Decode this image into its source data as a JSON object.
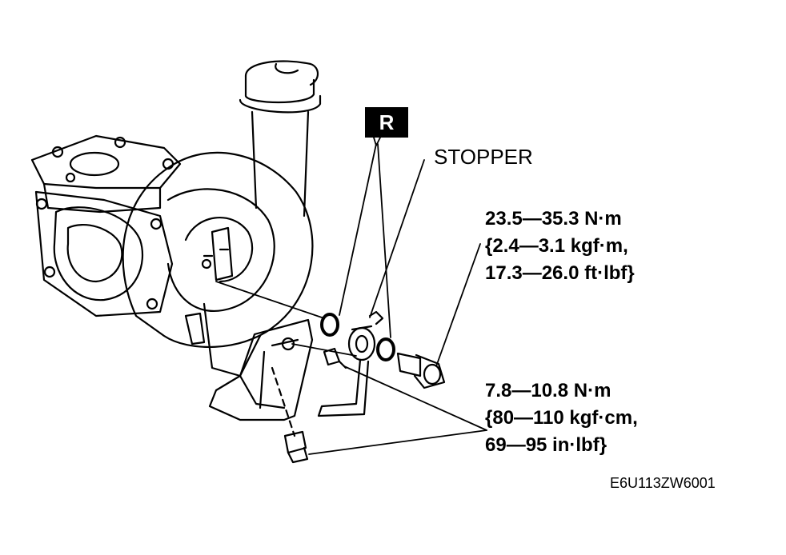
{
  "replace_badge": "R",
  "stopper_label": "STOPPER",
  "torque_upper": [
    "23.5—35.3 N·m",
    "{2.4—3.1 kgf·m,",
    "17.3—26.0 ft·lbf}"
  ],
  "torque_lower": [
    "7.8—10.8 N·m",
    "{80—110 kgf·cm,",
    "69—95 in·lbf}"
  ],
  "figure_id": "E6U113ZW6001",
  "colors": {
    "ink": "#000000",
    "paper": "#ffffff"
  }
}
